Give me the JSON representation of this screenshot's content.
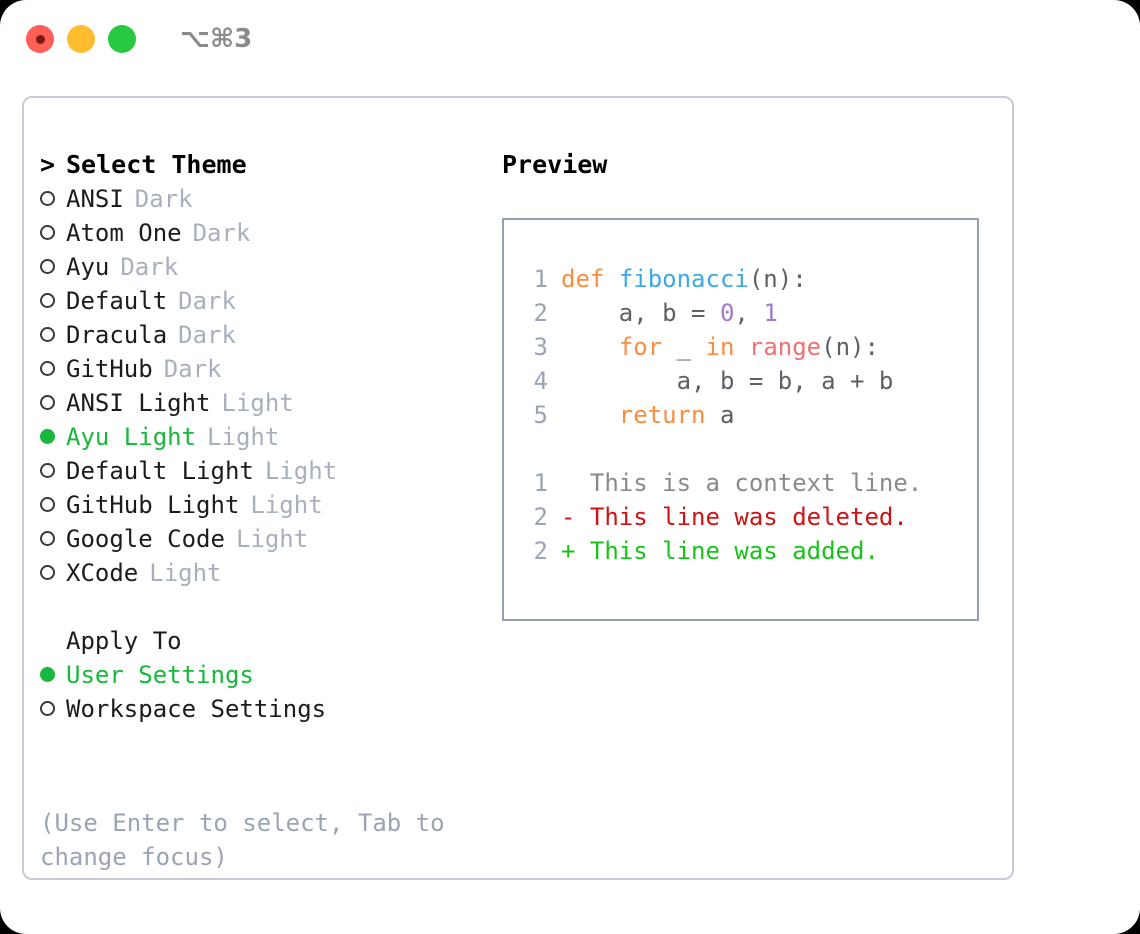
{
  "titlebar": {
    "shortcut": "⌥⌘3",
    "buttons": [
      {
        "name": "close",
        "color": "#ff5f57"
      },
      {
        "name": "minimize",
        "color": "#febc2e"
      },
      {
        "name": "maximize",
        "color": "#28c840"
      }
    ]
  },
  "theme_section": {
    "header_prefix": ">",
    "header": "Select Theme",
    "items": [
      {
        "bullet": "○",
        "selected": false,
        "name": "ANSI",
        "tag": "Dark"
      },
      {
        "bullet": "○",
        "selected": false,
        "name": "Atom One",
        "tag": "Dark"
      },
      {
        "bullet": "○",
        "selected": false,
        "name": "Ayu",
        "tag": "Dark"
      },
      {
        "bullet": "○",
        "selected": false,
        "name": "Default",
        "tag": "Dark"
      },
      {
        "bullet": "○",
        "selected": false,
        "name": "Dracula",
        "tag": "Dark"
      },
      {
        "bullet": "○",
        "selected": false,
        "name": "GitHub",
        "tag": "Dark"
      },
      {
        "bullet": "○",
        "selected": false,
        "name": "ANSI Light",
        "tag": "Light"
      },
      {
        "bullet": "●",
        "selected": true,
        "name": "Ayu Light",
        "tag": "Light"
      },
      {
        "bullet": "○",
        "selected": false,
        "name": "Default Light",
        "tag": "Light"
      },
      {
        "bullet": "○",
        "selected": false,
        "name": "GitHub Light",
        "tag": "Light"
      },
      {
        "bullet": "○",
        "selected": false,
        "name": "Google Code",
        "tag": "Light"
      },
      {
        "bullet": "○",
        "selected": false,
        "name": "XCode",
        "tag": "Light"
      }
    ]
  },
  "apply_section": {
    "header": "Apply To",
    "items": [
      {
        "bullet": "●",
        "selected": true,
        "name": "User Settings"
      },
      {
        "bullet": "○",
        "selected": false,
        "name": "Workspace Settings"
      }
    ]
  },
  "hint": "(Use Enter to select, Tab to change focus)",
  "preview": {
    "title": "Preview",
    "code_lines": [
      {
        "lno": "1",
        "tokens": [
          {
            "t": "def",
            "c": "kw"
          },
          {
            "t": " ",
            "c": "pl"
          },
          {
            "t": "fibonacci",
            "c": "fn"
          },
          {
            "t": "(n):",
            "c": "pl"
          }
        ]
      },
      {
        "lno": "2",
        "tokens": [
          {
            "t": "    a, b = ",
            "c": "pl"
          },
          {
            "t": "0",
            "c": "num"
          },
          {
            "t": ", ",
            "c": "pl"
          },
          {
            "t": "1",
            "c": "num"
          }
        ]
      },
      {
        "lno": "3",
        "tokens": [
          {
            "t": "    ",
            "c": "pl"
          },
          {
            "t": "for",
            "c": "kw"
          },
          {
            "t": " _ ",
            "c": "pl"
          },
          {
            "t": "in",
            "c": "kw"
          },
          {
            "t": " ",
            "c": "pl"
          },
          {
            "t": "range",
            "c": "bi"
          },
          {
            "t": "(n):",
            "c": "pl"
          }
        ]
      },
      {
        "lno": "4",
        "tokens": [
          {
            "t": "        a, b = b, a + b",
            "c": "pl"
          }
        ]
      },
      {
        "lno": "5",
        "tokens": [
          {
            "t": "    ",
            "c": "pl"
          },
          {
            "t": "return",
            "c": "kw"
          },
          {
            "t": " a",
            "c": "pl"
          }
        ]
      }
    ],
    "diff_lines": [
      {
        "lno": "1",
        "marker": " ",
        "text": " This is a context line.",
        "cls": "ctx"
      },
      {
        "lno": "2",
        "marker": "-",
        "text": " This line was deleted.",
        "cls": "del"
      },
      {
        "lno": "2",
        "marker": "+",
        "text": " This line was added.",
        "cls": "add"
      }
    ]
  },
  "colors": {
    "accent_green": "#18b83c",
    "muted_tag": "#a8b0bd",
    "hint_text": "#9aa4b4",
    "panel_border": "#c7ccd4",
    "preview_border": "#95a0b0",
    "kw_orange": "#fa8d3e",
    "fn_blue": "#3ba9e6",
    "num_purple": "#a37acc",
    "builtin_red": "#f07171",
    "diff_add": "#19c219",
    "diff_del": "#cc1414"
  }
}
